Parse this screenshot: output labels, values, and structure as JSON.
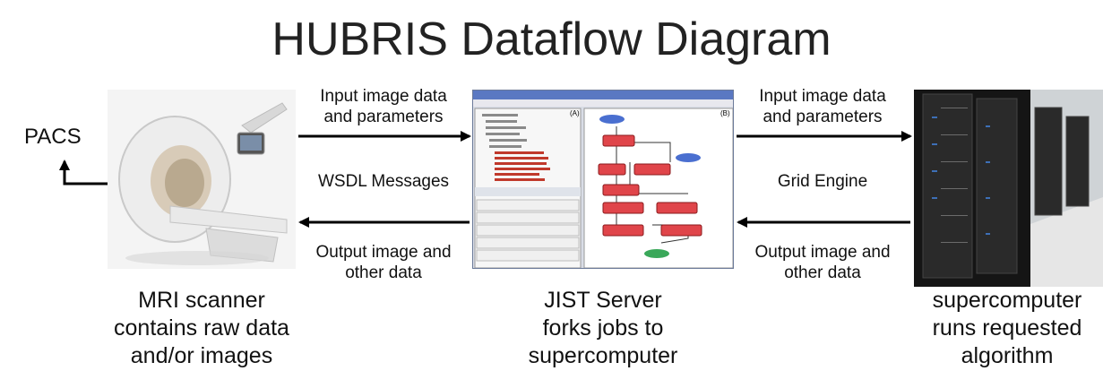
{
  "title": "HUBRIS Dataflow Diagram",
  "pacs_label": "PACS",
  "left_arrows": {
    "input_label_line1": "Input image data",
    "input_label_line2": "and parameters",
    "middle_label": "WSDL Messages",
    "output_label_line1": "Output image and",
    "output_label_line2": "other data"
  },
  "right_arrows": {
    "input_label_line1": "Input image data",
    "input_label_line2": "and parameters",
    "middle_label": "Grid Engine",
    "output_label_line1": "Output image and",
    "output_label_line2": "other data"
  },
  "captions": {
    "mri": [
      "MRI scanner",
      "contains raw data",
      "and/or images"
    ],
    "jist": [
      "JIST Server",
      "forks jobs to",
      "supercomputer"
    ],
    "supercomputer": [
      "supercomputer",
      "runs requested",
      "algorithm"
    ]
  },
  "jist_window": {
    "panel_a_label": "(A)",
    "panel_b_label": "(B)"
  },
  "colors": {
    "arrow": "#000000",
    "node_red": "#e0454a",
    "node_blue": "#4a6fd0",
    "node_green": "#3aa85a"
  }
}
